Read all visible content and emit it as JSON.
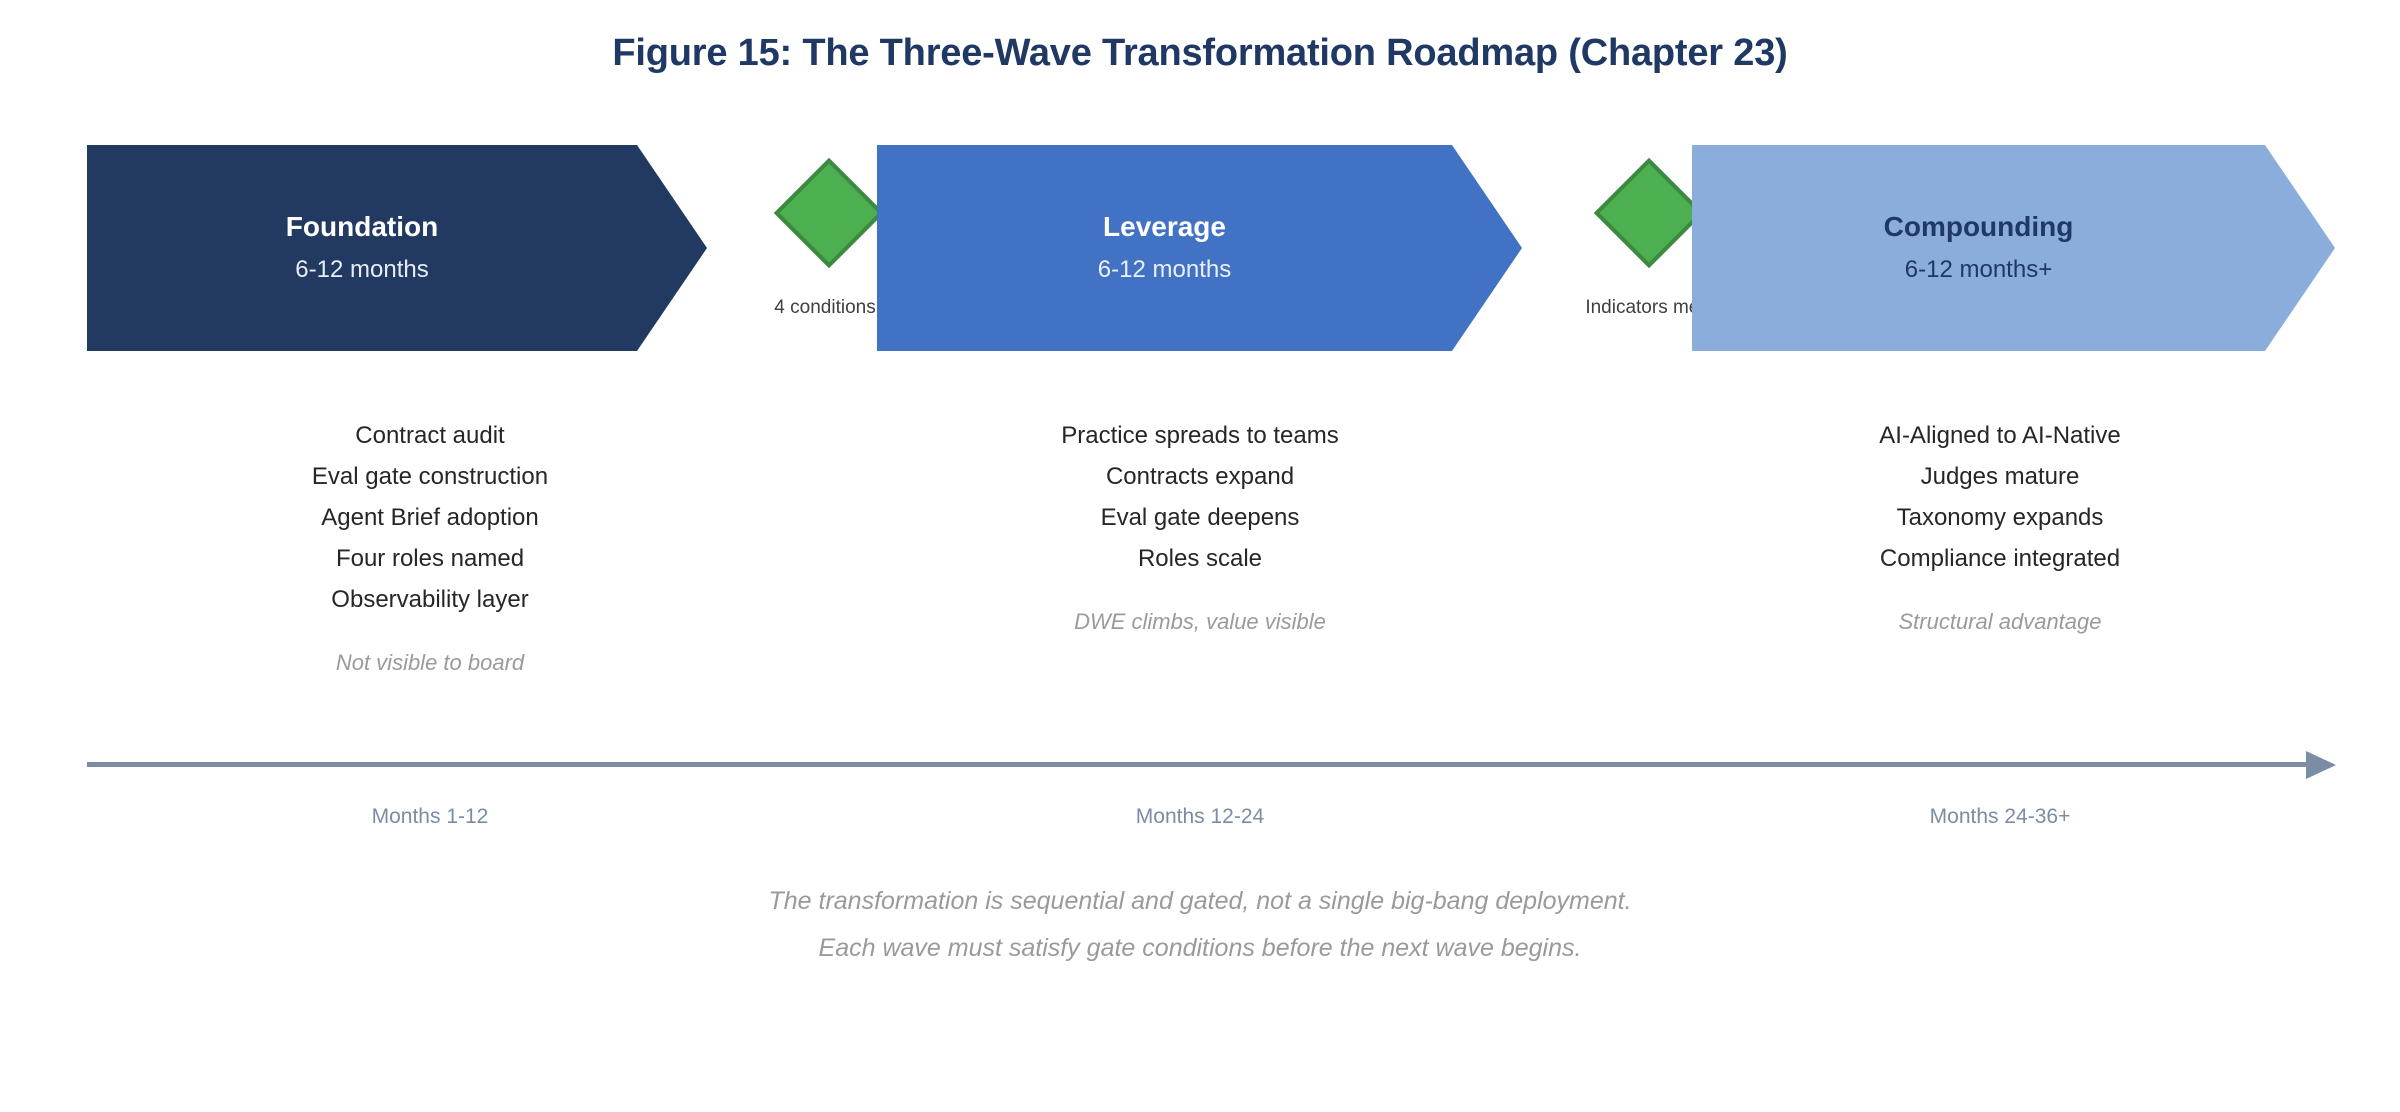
{
  "title": "Figure 15: The Three-Wave Transformation Roadmap (Chapter 23)",
  "colors": {
    "title": "#1f3864",
    "wave1": "#223a62",
    "wave2": "#4272c4",
    "wave3": "#8aaddb",
    "gate_fill": "#4caf50",
    "gate_border": "#3b8a3f",
    "timeline": "#7b8ca5",
    "detail_text": "#262626",
    "note_text": "#9a9a9a"
  },
  "waves": [
    {
      "name": "Foundation",
      "duration": "6-12 months",
      "items": [
        "Contract audit",
        "Eval gate construction",
        "Agent Brief adoption",
        "Four roles named",
        "Observability layer"
      ],
      "note": "Not visible to board",
      "timeline_label": "Months 1-12"
    },
    {
      "name": "Leverage",
      "duration": "6-12 months",
      "items": [
        "Practice spreads to teams",
        "Contracts expand",
        "Eval gate deepens",
        "Roles scale"
      ],
      "note": "DWE climbs, value visible",
      "timeline_label": "Months 12-24"
    },
    {
      "name": "Compounding",
      "duration": "6-12 months+",
      "items": [
        "AI-Aligned to AI-Native",
        "Judges mature",
        "Taxonomy expands",
        "Compliance integrated"
      ],
      "note": "Structural advantage",
      "timeline_label": "Months 24-36+"
    }
  ],
  "gates": [
    {
      "label": "4 conditions"
    },
    {
      "label": "Indicators met"
    }
  ],
  "caption": {
    "line1": "The transformation is sequential and gated, not a single big-bang deployment.",
    "line2": "Each wave must satisfy gate conditions before the next wave begins."
  }
}
